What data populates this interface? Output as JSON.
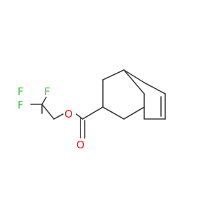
{
  "molecule": {
    "atoms": [
      {
        "id": "F1",
        "label": "F",
        "color": "#33cc33"
      },
      {
        "id": "F2",
        "label": "F",
        "color": "#33cc33"
      },
      {
        "id": "F3",
        "label": "F",
        "color": "#33cc33"
      },
      {
        "id": "O1",
        "label": "O",
        "color": "#ff0d0d"
      },
      {
        "id": "O2",
        "label": "O",
        "color": "#ff0d0d"
      }
    ],
    "bond_color": "#3d3d3d"
  }
}
